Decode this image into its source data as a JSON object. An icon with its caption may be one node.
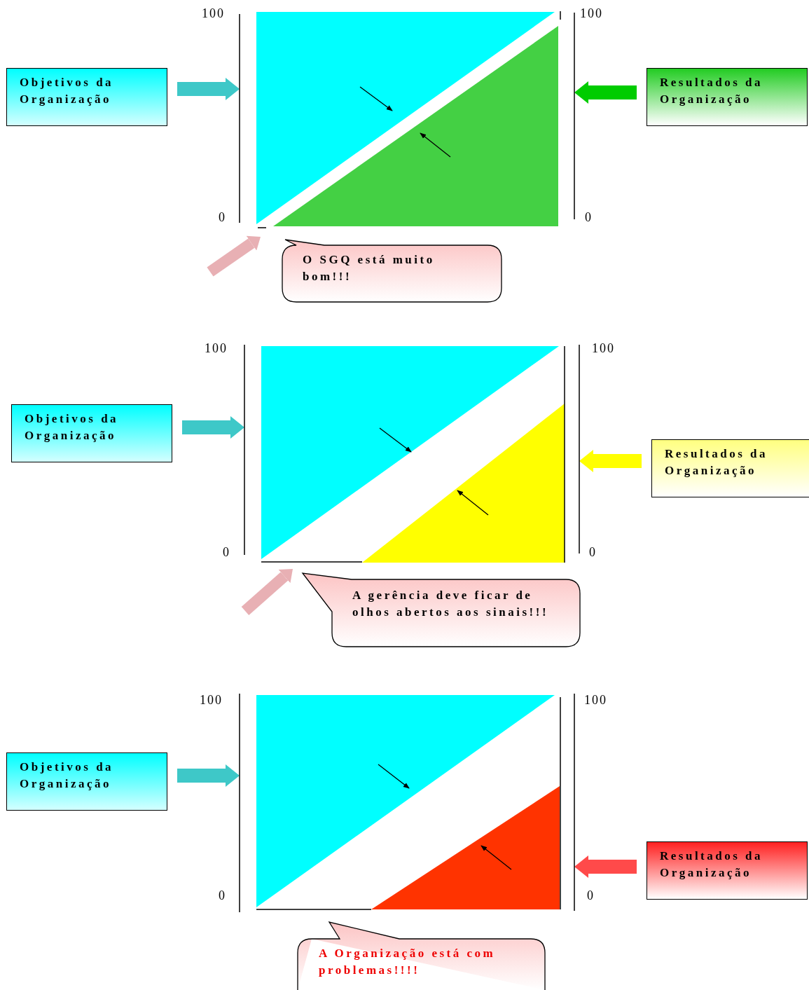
{
  "diagram": {
    "nodes": [
      {
        "text": [
          "Objetivos da Organização"
        ]
      },
      {
        "text": [],
        "shape": "box"
      },
      {
        "text": [
          "Resultados da Organização"
        ]
      },
      {
        "text": [
          "O SGQ está muito bom!!!"
        ]
      },
      {
        "text": [
          "Objetivos da Organização"
        ]
      },
      {
        "text": [],
        "shape": "box"
      },
      {
        "text": [
          "Resultados da Organização"
        ]
      },
      {
        "text": [
          "A gerência deve ficar de olhos abertos aos sinais!!!"
        ]
      },
      {
        "text": [
          "Objetivos da Organização"
        ]
      },
      {
        "text": [],
        "shape": "box"
      },
      {
        "text": [
          "Resultados da Organização"
        ]
      },
      {
        "text": [
          "A Organização está com problemas!!!!"
        ]
      }
    ],
    "edges": [
      {
        "from": 0,
        "to": 1,
        "arrow": "to"
      },
      {
        "from": 2,
        "to": 1,
        "arrow": "to",
        "color": "#00cc00"
      },
      {
        "from": null,
        "to": 1,
        "arrow": "to",
        "color": "#e8b0b4"
      },
      {
        "from": 4,
        "to": 5,
        "arrow": "to"
      },
      {
        "from": 6,
        "to": 5,
        "arrow": "to",
        "color": "#ffff00"
      },
      {
        "from": null,
        "to": 5,
        "arrow": "to",
        "color": "#e8b0b4"
      },
      {
        "from": 8,
        "to": 9,
        "arrow": "to"
      },
      {
        "from": 10,
        "to": 9,
        "arrow": "to",
        "color": "#ff4a4a"
      }
    ],
    "labels": [
      "100",
      "100",
      "0",
      "0",
      "100",
      "100",
      "0",
      "0",
      "100",
      "100",
      "0",
      "0"
    ]
  }
}
